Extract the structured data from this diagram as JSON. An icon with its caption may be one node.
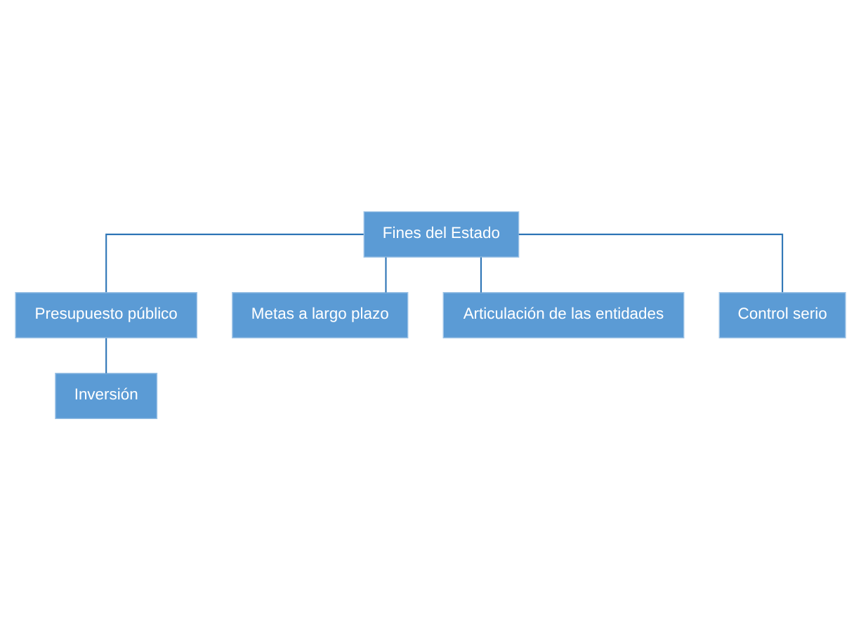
{
  "diagram": {
    "nodes": [
      {
        "text": [
          "Fines del Estado"
        ]
      },
      {
        "text": [
          "Presupuesto público"
        ]
      },
      {
        "text": [
          "Inversión"
        ]
      },
      {
        "text": [
          "Metas a largo plazo"
        ]
      },
      {
        "text": [
          "Articulación de las entidades"
        ]
      },
      {
        "text": [
          "Control serio"
        ]
      }
    ],
    "edges": [
      {
        "from": 0,
        "to": 1,
        "arrow": "none"
      },
      {
        "from": 1,
        "to": 2,
        "arrow": "none"
      },
      {
        "from": 0,
        "to": 3,
        "arrow": "none"
      },
      {
        "from": 0,
        "to": 4,
        "arrow": "none"
      },
      {
        "from": 0,
        "to": 5,
        "arrow": "none"
      }
    ]
  }
}
